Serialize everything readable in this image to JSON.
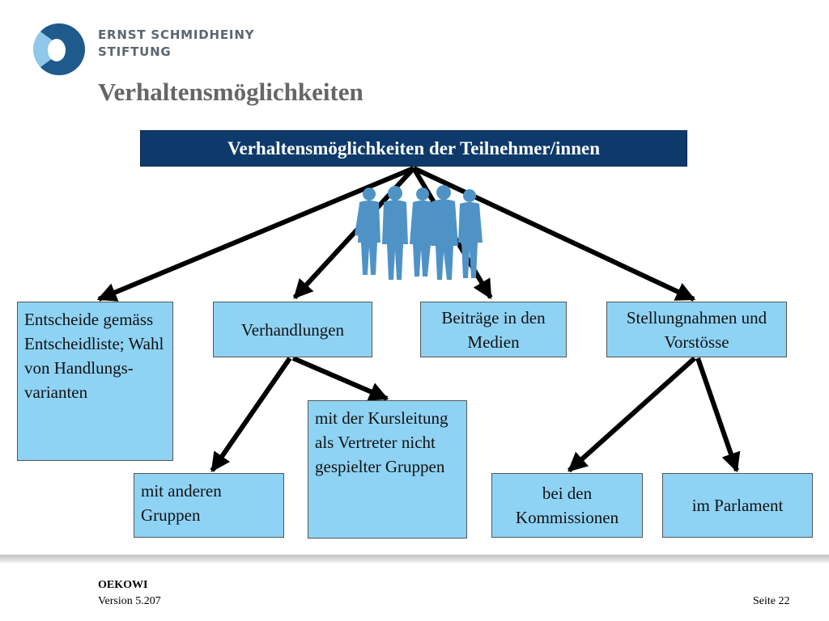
{
  "logo": {
    "icon": "foundation-logo-icon",
    "line1": "ERNST SCHMIDHEINY",
    "line2": "STIFTUNG",
    "colors": {
      "dark": "#1f5a8c",
      "light": "#8fc8e8"
    }
  },
  "slide": {
    "title": "Verhaltensmöglichkeiten"
  },
  "diagram": {
    "header": "Verhaltensmöglichkeiten der Teilnehmer/innen",
    "level1": {
      "decisions": "Entscheide gemäss Entscheidliste; Wahl von Handlungs-varianten",
      "negotiations": "Verhandlungen",
      "media": "Beiträge in den Medien",
      "statements": "Stellungnahmen und Vorstösse"
    },
    "level2": {
      "other_groups": "mit anderen Gruppen",
      "course_lead": "mit der Kursleitung als Vertreter nicht gespielter Gruppen",
      "commissions": "bei den Kommissionen",
      "parliament": "im Parlament"
    },
    "people_icon": "group-of-people-icon",
    "colors": {
      "header": "#0e3a6b",
      "box": "#8fd3f4",
      "people": "#4f93c6",
      "arrow": "#000000"
    }
  },
  "footer": {
    "org": "OEKOWI",
    "version": "Version 5.207",
    "page_label": "Seite",
    "page_number": "22"
  }
}
